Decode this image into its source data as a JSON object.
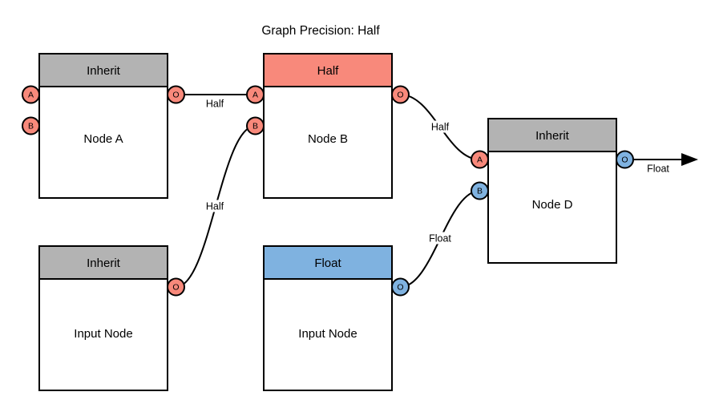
{
  "title": "Graph Precision: Half",
  "colors": {
    "half": "#F8897B",
    "float": "#7FB2E0",
    "inherit": "#B3B3B3",
    "stroke": "#000000",
    "background": "#FFFFFF"
  },
  "nodes": [
    {
      "id": "node-a",
      "header": "Inherit",
      "header_type": "inherit",
      "label": "Node A",
      "ports": [
        {
          "label": "A",
          "side": "left",
          "type": "half"
        },
        {
          "label": "B",
          "side": "left",
          "type": "half"
        },
        {
          "label": "O",
          "side": "right",
          "type": "half"
        }
      ]
    },
    {
      "id": "node-b",
      "header": "Half",
      "header_type": "half",
      "label": "Node B",
      "ports": [
        {
          "label": "A",
          "side": "left",
          "type": "half"
        },
        {
          "label": "B",
          "side": "left",
          "type": "half"
        },
        {
          "label": "O",
          "side": "right",
          "type": "half"
        }
      ]
    },
    {
      "id": "node-d",
      "header": "Inherit",
      "header_type": "inherit",
      "label": "Node D",
      "ports": [
        {
          "label": "A",
          "side": "left",
          "type": "half"
        },
        {
          "label": "B",
          "side": "left",
          "type": "float"
        },
        {
          "label": "O",
          "side": "right",
          "type": "float"
        }
      ]
    },
    {
      "id": "input-node-inherit",
      "header": "Inherit",
      "header_type": "inherit",
      "label": "Input Node",
      "ports": [
        {
          "label": "O",
          "side": "right",
          "type": "half"
        }
      ]
    },
    {
      "id": "input-node-float",
      "header": "Float",
      "header_type": "float",
      "label": "Input Node",
      "ports": [
        {
          "label": "O",
          "side": "right",
          "type": "float"
        }
      ]
    }
  ],
  "edges": [
    {
      "label": "Half",
      "from": "node-a.O",
      "to": "node-b.A"
    },
    {
      "label": "Half",
      "from": "input-node-inherit.O",
      "to": "node-b.B"
    },
    {
      "label": "Half",
      "from": "node-b.O",
      "to": "node-d.A"
    },
    {
      "label": "Float",
      "from": "input-node-float.O",
      "to": "node-d.B"
    },
    {
      "label": "Float",
      "from": "node-d.O",
      "to": "output-arrow"
    }
  ]
}
